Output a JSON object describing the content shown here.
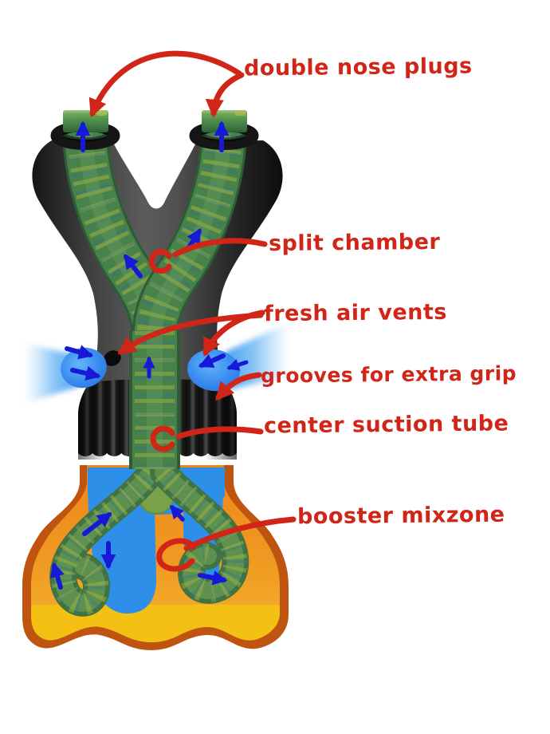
{
  "diagram": {
    "labels": [
      {
        "id": "double-nose-plugs",
        "text": "double nose plugs"
      },
      {
        "id": "split-chamber",
        "text": "split chamber"
      },
      {
        "id": "fresh-air-vents",
        "text": "fresh air vents"
      },
      {
        "id": "grooves-for-extra-grip",
        "text": "grooves for extra grip"
      },
      {
        "id": "center-suction-tube",
        "text": "center suction tube"
      },
      {
        "id": "booster-mixzone",
        "text": "booster mixzone"
      }
    ],
    "colors": {
      "annotation_red": "#d02517",
      "flow_arrow_blue": "#1818d8",
      "air_glow_blue": "#5aaef5",
      "air_blob_blue": "#2f85ea",
      "liquid_blue": "#2e8fe9",
      "device_body_dark": "#2a2a2a",
      "tube_green": "#47824a",
      "tube_stripe_yellow": "#a8b442",
      "tube_stripe_teal": "#35748d",
      "flask_orange": "#f0911f",
      "flask_border_orange": "#bf5410",
      "flask_yellow": "#f4c013",
      "background": "#ffffff"
    }
  }
}
